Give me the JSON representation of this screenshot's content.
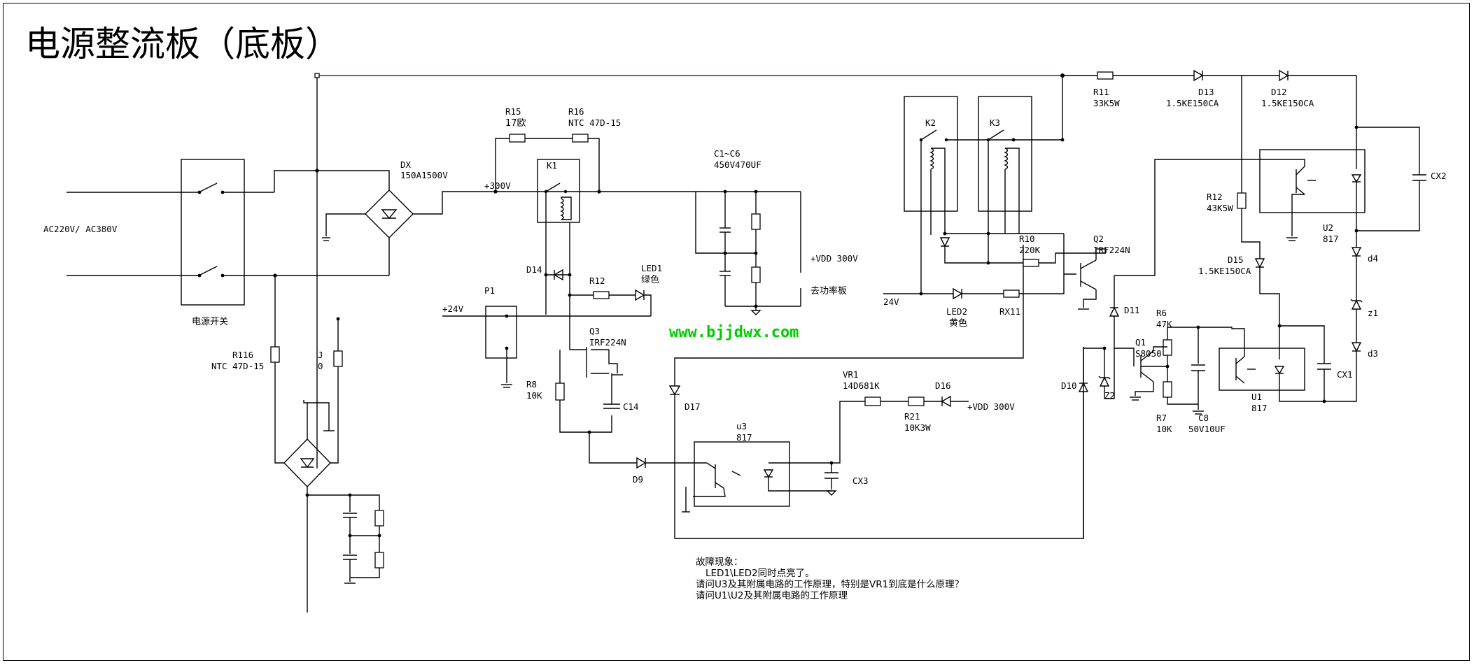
{
  "title": "电源整流板（底板）",
  "website": "www.bjjdwx.com",
  "labels": {
    "ac_input": "AC220V/ AC380V",
    "power_switch": "电源开关",
    "dx": "DX",
    "dx_val": "150A1500V",
    "r116": "R116",
    "r116_val": "NTC 47D-15",
    "j": "J",
    "j_val": "0",
    "r15": "R15",
    "r15_val": "17欧",
    "r16": "R16",
    "r16_val": "NTC 47D-15",
    "plus300": "+300V",
    "k1": "K1",
    "d14": "D14",
    "r12a": "R12",
    "led1": "LED1",
    "led1_val": "绿色",
    "p1": "P1",
    "plus24": "+24V",
    "q3": "Q3",
    "q3_val": "IRF224N",
    "r8": "R8",
    "r8_val": "10K",
    "c14": "C14",
    "d9": "D9",
    "c1c6": "C1~C6",
    "c1c6_val": "450V470UF",
    "vdd300": "+VDD 300V",
    "to_power": "去功率板",
    "d17": "D17",
    "u3": "u3",
    "u3_val": "817",
    "cx3": "CX3",
    "vr1": "VR1",
    "vr1_val": "14D681K",
    "r21": "R21",
    "r21_val": "10K3W",
    "d16": "D16",
    "vdd300b": "+VDD 300V",
    "k2": "K2",
    "k3": "K3",
    "r10": "R10",
    "r10_val": "220K",
    "v24": "24V",
    "led2": "LED2",
    "led2_val": "黄色",
    "rx11": "RX11",
    "q2": "Q2",
    "q2_val": "IRF224N",
    "d11": "D11",
    "r11": "R11",
    "r11_val": "33K5W",
    "d13": "D13",
    "d13_val": "1.5KE150CA",
    "d12": "D12",
    "d12_val": "1.5KE150CA",
    "r12b": "R12",
    "r12b_val": "43K5W",
    "u2": "U2",
    "u2_val": "817",
    "cx2": "CX2",
    "d15": "D15",
    "d15_val": "1.5KE150CA",
    "d4": "d4",
    "z1": "z1",
    "d3": "d3",
    "r6": "R6",
    "r6_val": "47K",
    "q1": "Q1",
    "q1_val": "S8050",
    "d10": "D10",
    "z2": "Z2",
    "r7": "R7",
    "r7_val": "10K",
    "c8": "C8",
    "c8_val": "50V10UF",
    "u1": "U1",
    "u1_val": "817",
    "cx1": "CX1"
  },
  "notes": {
    "heading": "故障现象：",
    "line1": "LED1\\LED2同时点亮了。",
    "line2": "请问U3及其附属电路的工作原理，特别是VR1到底是什么原理？",
    "line3": "请问U1\\U2及其附属电路的工作原理"
  }
}
